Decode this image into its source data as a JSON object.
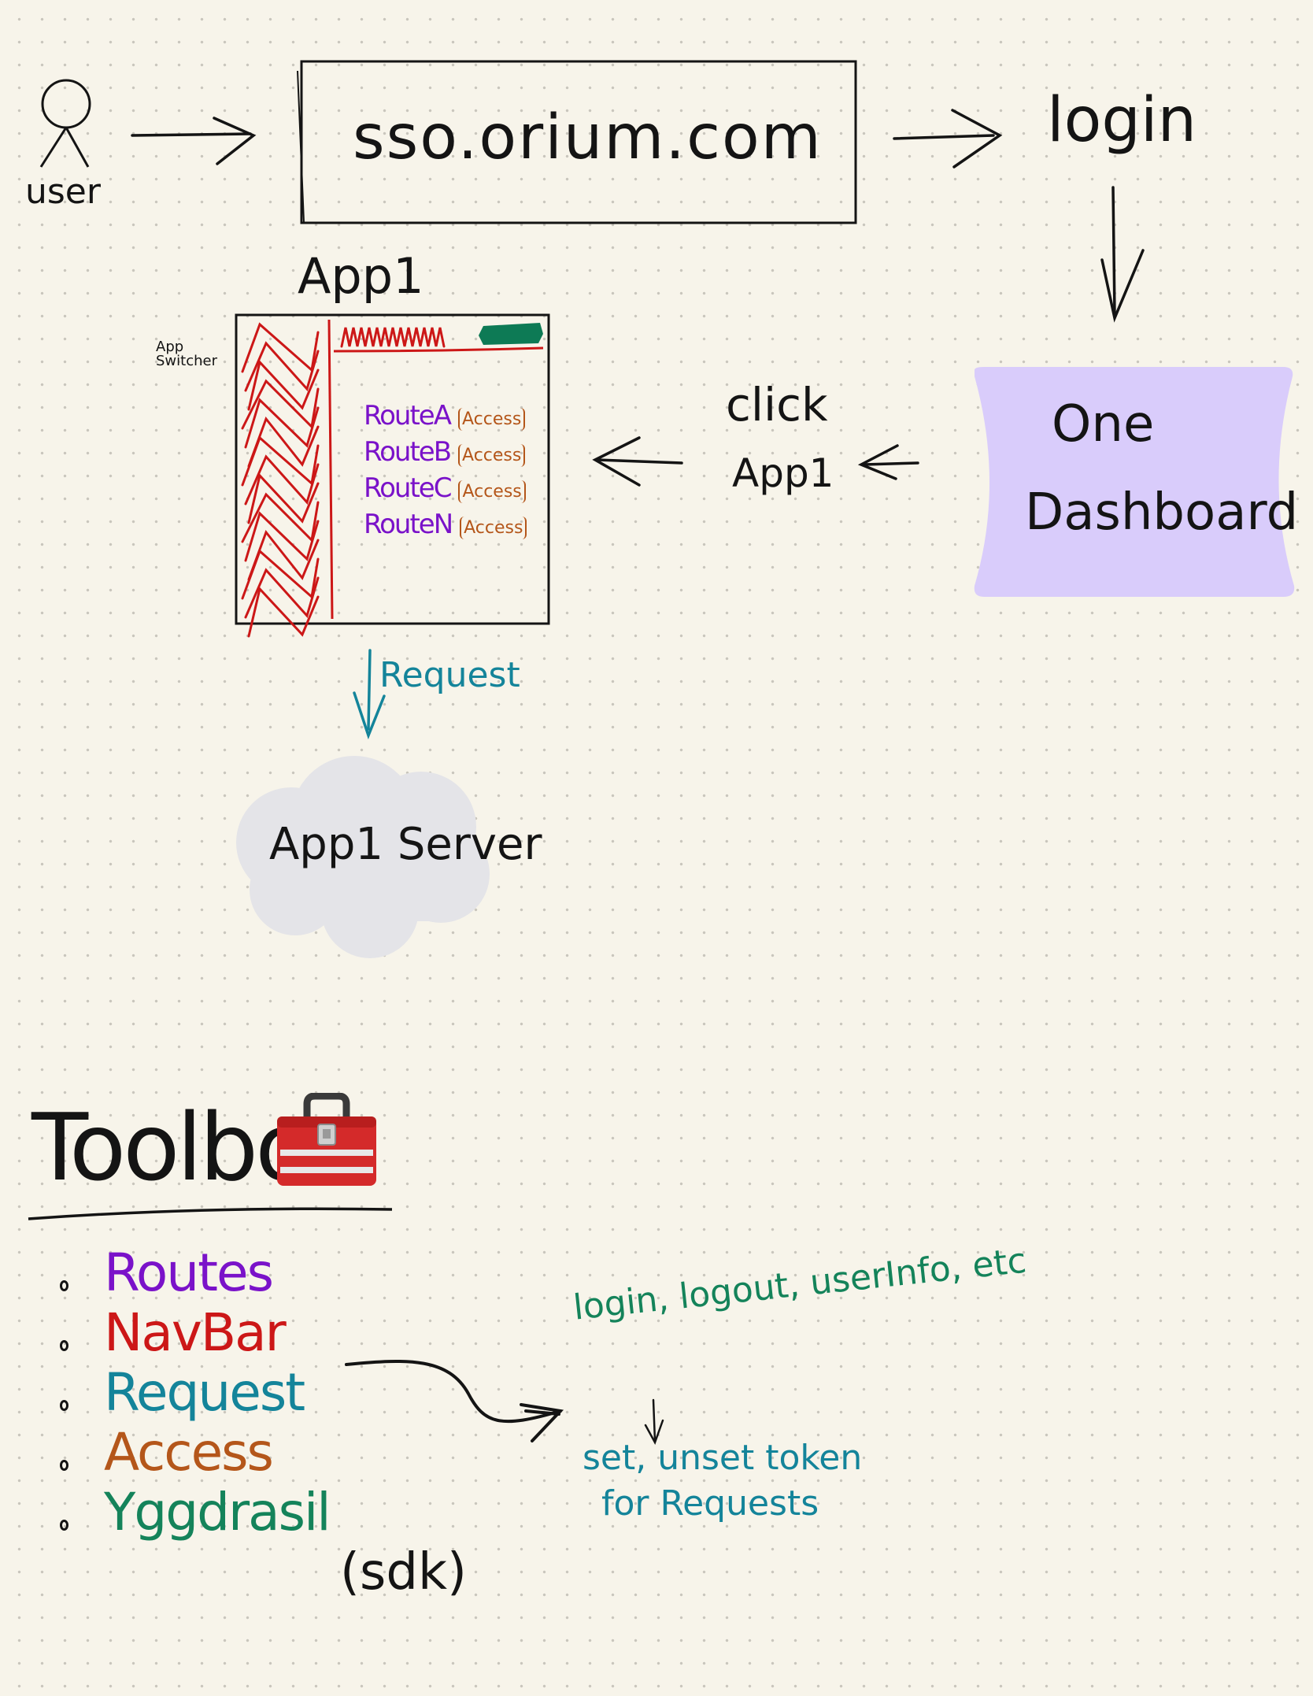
{
  "diagram": {
    "user_label": "user",
    "sso_domain": "sso.orium.com",
    "login_label": "login",
    "dashboard": {
      "line1": "One",
      "line2": "Dashboard",
      "fill": "#d9ccfb"
    },
    "click_label_line1": "click",
    "click_label_line2": "App1",
    "app_title": "App1",
    "app_switcher_label_line1": "App",
    "app_switcher_label_line2": "Switcher",
    "routes": [
      {
        "name": "RouteA",
        "access": "Access"
      },
      {
        "name": "RouteB",
        "access": "Access"
      },
      {
        "name": "RouteC",
        "access": "Access"
      },
      {
        "name": "RouteN",
        "access": "Access"
      }
    ],
    "request_label": "Request",
    "server_label": "App1 Server"
  },
  "toolbox": {
    "title": "Toolbox",
    "icon": "toolbox-icon",
    "items": [
      {
        "label": "Routes",
        "color": "#7a12c9"
      },
      {
        "label": "NavBar",
        "color": "#cc1717"
      },
      {
        "label": "Request",
        "color": "#14849a"
      },
      {
        "label": "Access",
        "color": "#b4561a"
      },
      {
        "label": "Yggdrasil",
        "color": "#14835a"
      }
    ],
    "sdk_label": "(sdk)",
    "note_line1": "login, logout, userInfo, etc",
    "note_line2": "set, unset token",
    "note_line3": "for Requests"
  },
  "colors": {
    "ink": "#141414",
    "purple": "#7a12c9",
    "brown": "#b4561a",
    "red": "#cc1717",
    "teal": "#14849a",
    "green": "#14835a",
    "cloud": "#e4e4e8"
  }
}
